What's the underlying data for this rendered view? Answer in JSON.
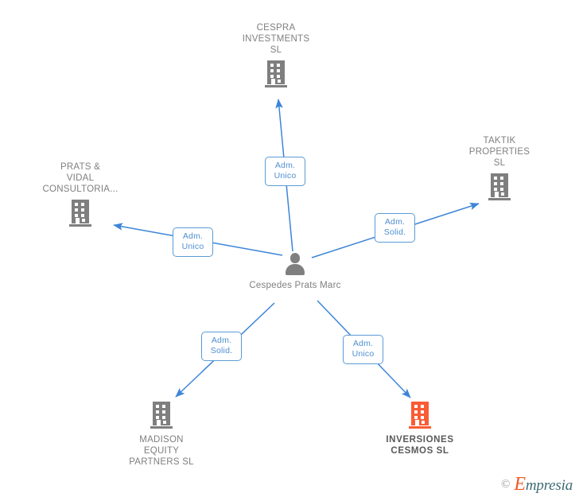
{
  "diagram": {
    "type": "relationship-network",
    "center": {
      "name": "Cespedes Prats Marc",
      "icon": "person-icon",
      "icon_color": "#7f7f7f"
    },
    "nodes": [
      {
        "id": "cespra",
        "label": "CESPRA\nINVESTMENTS\nSL",
        "icon": "building-icon",
        "icon_color": "#7f7f7f",
        "highlight": false
      },
      {
        "id": "taktik",
        "label": "TAKTIK\nPROPERTIES\nSL",
        "icon": "building-icon",
        "icon_color": "#7f7f7f",
        "highlight": false
      },
      {
        "id": "prats-vidal",
        "label": "PRATS &\nVIDAL\nCONSULTORIA...",
        "icon": "building-icon",
        "icon_color": "#7f7f7f",
        "highlight": false
      },
      {
        "id": "madison",
        "label": "MADISON\nEQUITY\nPARTNERS  SL",
        "icon": "building-icon",
        "icon_color": "#7f7f7f",
        "highlight": false
      },
      {
        "id": "inversiones-cesmos",
        "label": "INVERSIONES\nCESMOS  SL",
        "icon": "building-icon",
        "icon_color": "#fa5b35",
        "highlight": true
      }
    ],
    "edges": [
      {
        "id": "edge-cespra",
        "from": "Cespedes Prats Marc",
        "to": "CESPRA INVESTMENTS SL",
        "label": "Adm.\nUnico"
      },
      {
        "id": "edge-taktik",
        "from": "Cespedes Prats Marc",
        "to": "TAKTIK PROPERTIES SL",
        "label": "Adm.\nSolid."
      },
      {
        "id": "edge-prats-vidal",
        "from": "Cespedes Prats Marc",
        "to": "PRATS & VIDAL CONSULTORIA...",
        "label": "Adm.\nUnico"
      },
      {
        "id": "edge-madison",
        "from": "Cespedes Prats Marc",
        "to": "MADISON EQUITY PARTNERS SL",
        "label": "Adm.\nSolid."
      },
      {
        "id": "edge-cesmos",
        "from": "Cespedes Prats Marc",
        "to": "INVERSIONES CESMOS SL",
        "label": "Adm.\nUnico"
      }
    ],
    "colors": {
      "edge": "#3d85d8",
      "edge_label_border": "#5b9bd5",
      "edge_label_text": "#4f8fd1",
      "node_gray": "#7f7f7f",
      "node_highlight_orange": "#fa5b35",
      "node_text": "#7f7f7f",
      "background": "#ffffff"
    }
  },
  "watermark": {
    "copyright": "©",
    "brand_initial": "E",
    "brand_rest": "mpresia"
  }
}
